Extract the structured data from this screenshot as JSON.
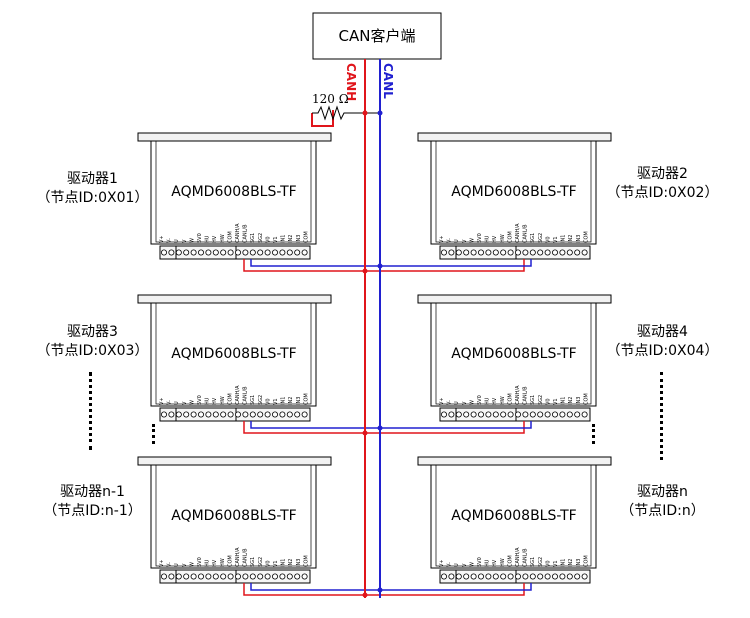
{
  "client": {
    "label": "CAN客户端"
  },
  "bus": {
    "canh_label": "CANH",
    "canl_label": "CANL",
    "resistor_label": "120 Ω",
    "canh_color": "#e0151b",
    "canl_color": "#2020d0"
  },
  "drivers": [
    {
      "name": "驱动器1",
      "node": "（节点ID:0X01）",
      "model": "AQMD6008BLS-TF"
    },
    {
      "name": "驱动器2",
      "node": "（节点ID:0X02）",
      "model": "AQMD6008BLS-TF"
    },
    {
      "name": "驱动器3",
      "node": "（节点ID:0X03）",
      "model": "AQMD6008BLS-TF"
    },
    {
      "name": "驱动器4",
      "node": "（节点ID:0X04）",
      "model": "AQMD6008BLS-TF"
    },
    {
      "name": "驱动器n-1",
      "node": "（节点ID:n-1）",
      "model": "AQMD6008BLS-TF"
    },
    {
      "name": "驱动器n",
      "node": "（节点ID:n）",
      "model": "AQMD6008BLS-TF"
    }
  ],
  "terminal_labels": [
    "V+",
    "V-",
    "U",
    "V",
    "W",
    "5V0",
    "HU",
    "HV",
    "HW",
    "COM",
    "CANH/A",
    "CANL/B",
    "SG1",
    "SG2",
    "V0",
    "V1",
    "IN1",
    "IN2",
    "IN3",
    "COM"
  ]
}
